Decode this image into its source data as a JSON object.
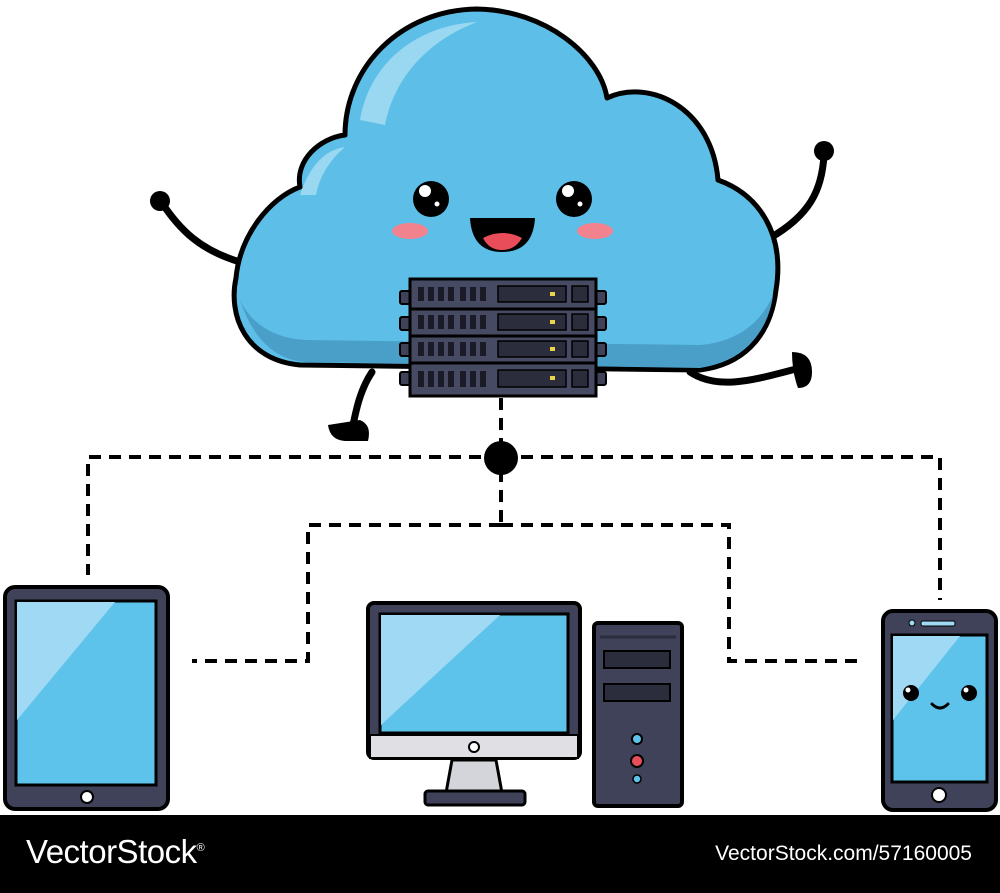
{
  "diagram": {
    "hub": "cloud-server",
    "devices": [
      "tablet",
      "desktop-computer",
      "smartphone"
    ],
    "connection_style": "dashed",
    "colors": {
      "cloud_fill": "#5dbfe8",
      "cloud_shade": "#4a9fc9",
      "cloud_highlight": "#9ad8f2",
      "device_body": "#3f4258",
      "screen_fill": "#5ec3ea",
      "screen_highlight": "#9fd9f3",
      "outline": "#000000",
      "cheek": "#f2838e"
    }
  },
  "footer": {
    "brand": "VectorStock",
    "registered_mark": "®",
    "url": "VectorStock.com/57160005"
  }
}
